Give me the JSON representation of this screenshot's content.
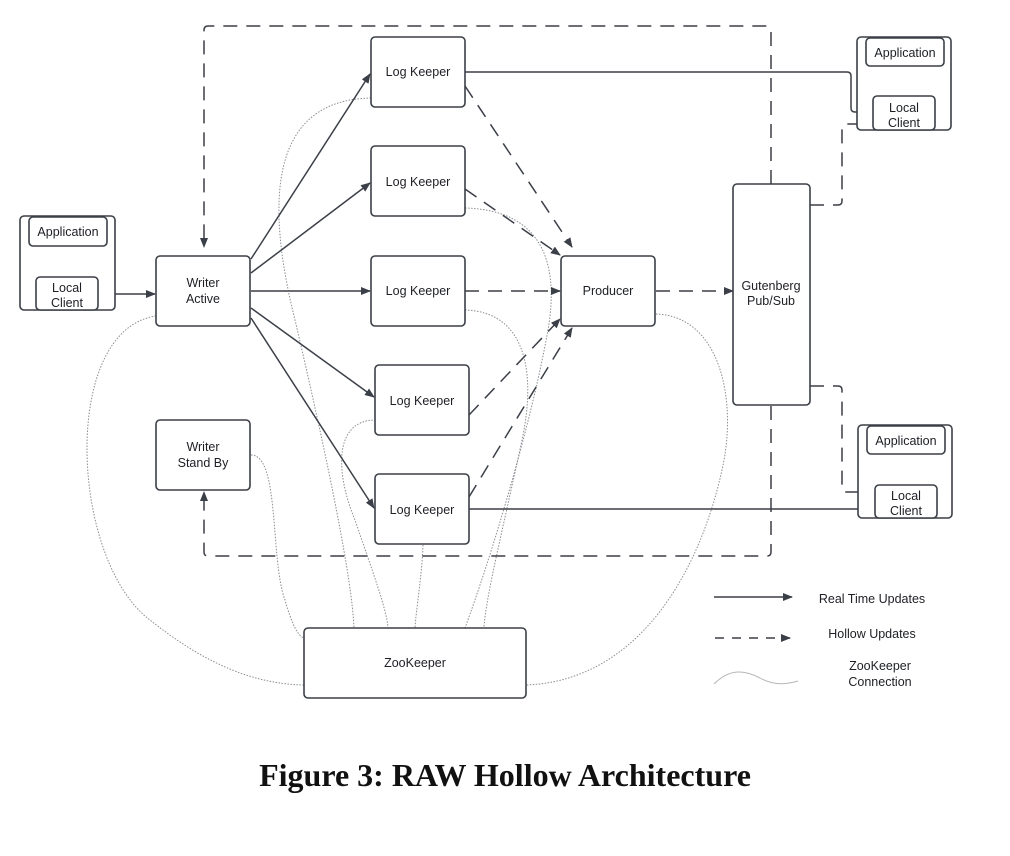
{
  "figure": {
    "caption": "Figure 3: RAW Hollow Architecture"
  },
  "nodes": {
    "client_left": {
      "application": "Application",
      "local_client_line1": "Local",
      "local_client_line2": "Client"
    },
    "client_top_right": {
      "application": "Application",
      "local_client_line1": "Local",
      "local_client_line2": "Client"
    },
    "client_bottom_right": {
      "application": "Application",
      "local_client_line1": "Local",
      "local_client_line2": "Client"
    },
    "writer_active": {
      "line1": "Writer",
      "line2": "Active"
    },
    "writer_standby": {
      "line1": "Writer",
      "line2": "Stand By"
    },
    "log_keepers": [
      "Log Keeper",
      "Log Keeper",
      "Log Keeper",
      "Log Keeper",
      "Log Keeper"
    ],
    "producer": "Producer",
    "gutenberg": {
      "line1": "Gutenberg",
      "line2": "Pub/Sub"
    },
    "zookeeper": "ZooKeeper"
  },
  "edges": {
    "real_time": [
      [
        "client_left.local_client",
        "writer_active"
      ],
      [
        "writer_active",
        "log_keeper_1"
      ],
      [
        "writer_active",
        "log_keeper_2"
      ],
      [
        "writer_active",
        "log_keeper_3"
      ],
      [
        "writer_active",
        "log_keeper_4"
      ],
      [
        "writer_active",
        "log_keeper_5"
      ],
      [
        "log_keeper_1",
        "client_top_right.local_client"
      ],
      [
        "log_keeper_5",
        "client_bottom_right.local_client"
      ]
    ],
    "hollow": [
      [
        "log_keeper_1",
        "producer"
      ],
      [
        "log_keeper_2",
        "producer"
      ],
      [
        "log_keeper_3",
        "producer"
      ],
      [
        "log_keeper_4",
        "producer"
      ],
      [
        "log_keeper_5",
        "producer"
      ],
      [
        "producer",
        "gutenberg"
      ],
      [
        "gutenberg",
        "client_top_right.local_client"
      ],
      [
        "gutenberg",
        "client_bottom_right.local_client"
      ],
      [
        "gutenberg",
        "writer_active"
      ],
      [
        "gutenberg",
        "writer_standby"
      ]
    ],
    "zookeeper_connection": [
      "writer_active",
      "writer_standby",
      "log_keeper_1",
      "log_keeper_2",
      "log_keeper_3",
      "log_keeper_4",
      "log_keeper_5",
      "producer"
    ]
  },
  "legend": {
    "real_time": "Real Time Updates",
    "hollow": "Hollow Updates",
    "zookeeper_line1": "ZooKeeper",
    "zookeeper_line2": "Connection"
  }
}
